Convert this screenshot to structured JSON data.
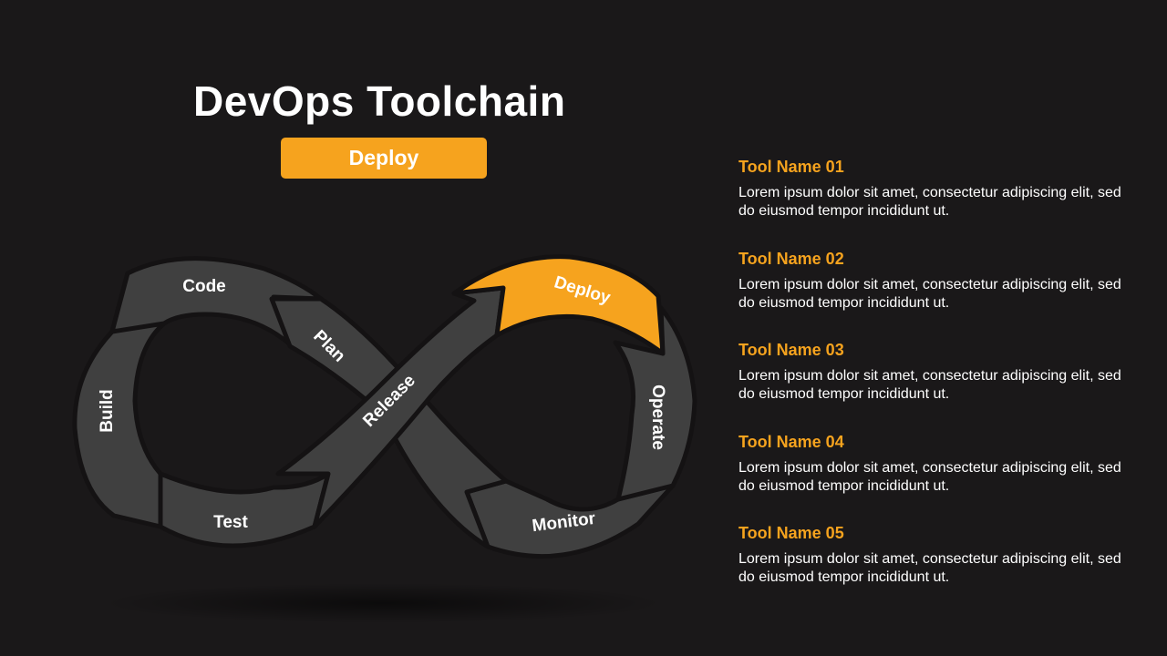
{
  "title": "DevOps Toolchain",
  "highlight_stage": "Deploy",
  "colors": {
    "background": "#1a1819",
    "segment": "#404040",
    "accent": "#f6a31e",
    "text": "#ffffff"
  },
  "stages": {
    "code": "Code",
    "build": "Build",
    "test": "Test",
    "plan": "Plan",
    "release": "Release",
    "deploy": "Deploy",
    "operate": "Operate",
    "monitor": "Monitor"
  },
  "tools": [
    {
      "name": "Tool Name 01",
      "description": "Lorem ipsum dolor sit amet, consectetur adipiscing elit, sed do eiusmod tempor incididunt ut."
    },
    {
      "name": "Tool Name 02",
      "description": "Lorem ipsum dolor sit amet, consectetur adipiscing elit, sed do eiusmod tempor incididunt ut."
    },
    {
      "name": "Tool Name 03",
      "description": "Lorem ipsum dolor sit amet, consectetur adipiscing elit, sed do eiusmod tempor incididunt ut."
    },
    {
      "name": "Tool Name 04",
      "description": "Lorem ipsum dolor sit amet, consectetur adipiscing elit, sed do eiusmod tempor incididunt ut."
    },
    {
      "name": "Tool Name 05",
      "description": "Lorem ipsum dolor sit amet, consectetur adipiscing elit, sed do eiusmod tempor incididunt ut."
    }
  ]
}
